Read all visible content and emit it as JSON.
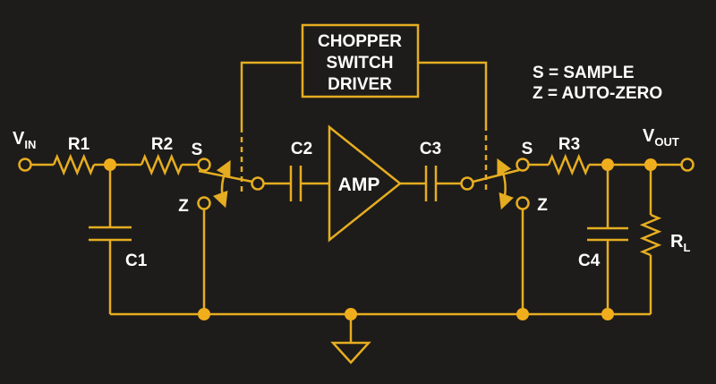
{
  "colors": {
    "background": "#1d1c1a",
    "wire": "#e6ad21",
    "dot": "#f0ad1c",
    "text": "#ffffff"
  },
  "chopper_box": {
    "line1": "CHOPPER",
    "line2": "SWITCH",
    "line3": "DRIVER"
  },
  "legend": {
    "sample": "S = SAMPLE",
    "auto_zero": "Z = AUTO-ZERO"
  },
  "terminals": {
    "vin_main": "V",
    "vin_sub": "IN",
    "vout_main": "V",
    "vout_sub": "OUT"
  },
  "components": {
    "r1": "R1",
    "r2": "R2",
    "r3": "R3",
    "rl_main": "R",
    "rl_sub": "L",
    "c1": "C1",
    "c2": "C2",
    "c3": "C3",
    "c4": "C4",
    "amp": "AMP"
  },
  "switches": {
    "left_sample": "S",
    "left_zero": "Z",
    "right_sample": "S",
    "right_zero": "Z"
  }
}
